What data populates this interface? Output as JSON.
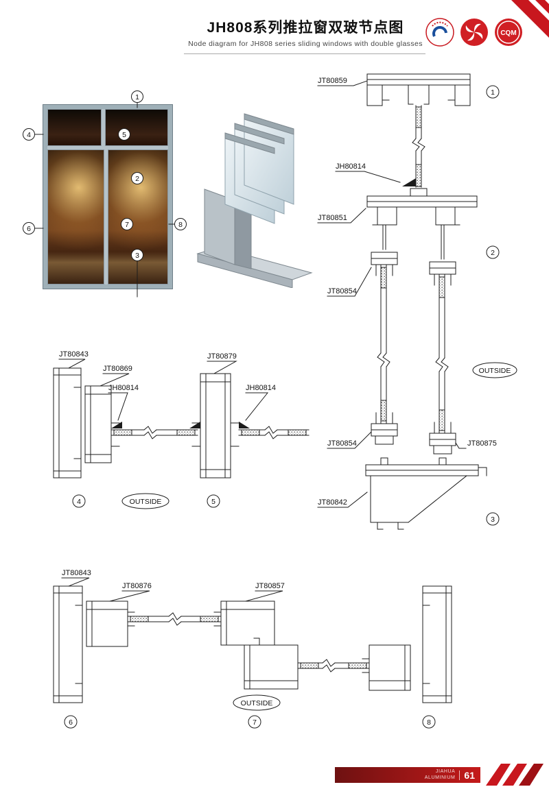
{
  "header": {
    "title_cn": "JH808系列推拉窗双玻节点图",
    "subtitle_en": "Node diagram for JH808 series sliding windows with double glasses",
    "logos": {
      "cert1_icon": "ctb-certification-logo",
      "cert2_icon": "quality-star-logo",
      "cert3_text": "CQM"
    }
  },
  "colors": {
    "accent_red": "#c8171e",
    "line": "#1c1c1c",
    "frame_blue_gray": "#b6c3ca"
  },
  "overview": {
    "callouts": [
      "1",
      "2",
      "3",
      "4",
      "5",
      "6",
      "7",
      "8"
    ]
  },
  "vertical_section": {
    "labels": {
      "top_frame": "JT80859",
      "hook": "JH80814",
      "transom": "JT80851",
      "sash_top": "JT80854",
      "sash_bottom": "JT80854",
      "roller_rail": "JT80875",
      "sill": "JT80842"
    },
    "outside": "OUTSIDE",
    "callouts": [
      "1",
      "2",
      "3"
    ]
  },
  "mid_section": {
    "labels": {
      "frame_jamb": "JT80843",
      "sash_stile": "JT80869",
      "hook_left": "JH80814",
      "meeting_stile": "JT80879",
      "hook_right": "JH80814"
    },
    "outside": "OUTSIDE",
    "callouts": [
      "4",
      "5"
    ]
  },
  "bottom_section": {
    "labels": {
      "frame_jamb": "JT80843",
      "sash_stile": "JT80876",
      "meeting_stile": "JT80857"
    },
    "outside": "OUTSIDE",
    "callouts": [
      "6",
      "7",
      "8"
    ]
  },
  "footer": {
    "brand_line1": "JIAHUA",
    "brand_line2": "ALUMINIUM",
    "page_number": "61"
  }
}
